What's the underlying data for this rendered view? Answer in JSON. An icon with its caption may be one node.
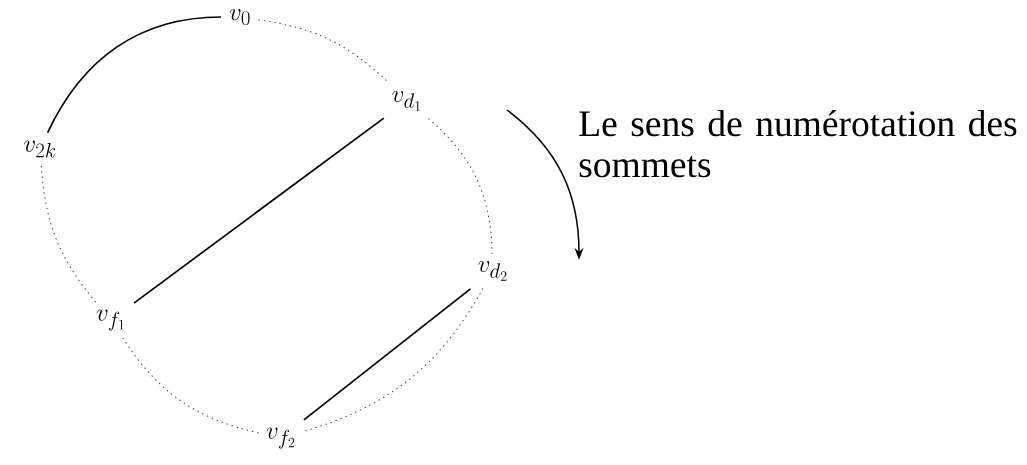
{
  "diagram": {
    "nodes": [
      {
        "text": [
          "v_0"
        ]
      },
      {
        "text": [
          "v_{d_1}"
        ]
      },
      {
        "text": [
          "v_{2k}"
        ]
      },
      {
        "text": [
          "v_{d_2}"
        ]
      },
      {
        "text": [
          "v_{f_1}"
        ]
      },
      {
        "text": [
          "v_{f_2}"
        ]
      }
    ],
    "edges": [
      {
        "from": 2,
        "to": 0,
        "arrow": "none"
      },
      {
        "from": 0,
        "to": 1,
        "arrow": "none",
        "style": "dashed"
      },
      {
        "from": 1,
        "to": 3,
        "arrow": "none",
        "style": "dashed"
      },
      {
        "from": 3,
        "to": 5,
        "arrow": "none",
        "style": "dashed"
      },
      {
        "from": 5,
        "to": 4,
        "arrow": "none",
        "style": "dashed"
      },
      {
        "from": 4,
        "to": 2,
        "arrow": "none",
        "style": "dashed"
      },
      {
        "from": 1,
        "to": 4,
        "arrow": "none"
      },
      {
        "from": 3,
        "to": 5,
        "arrow": "none"
      }
    ],
    "labels": [
      "Le sens de numérotation des sommets"
    ]
  }
}
